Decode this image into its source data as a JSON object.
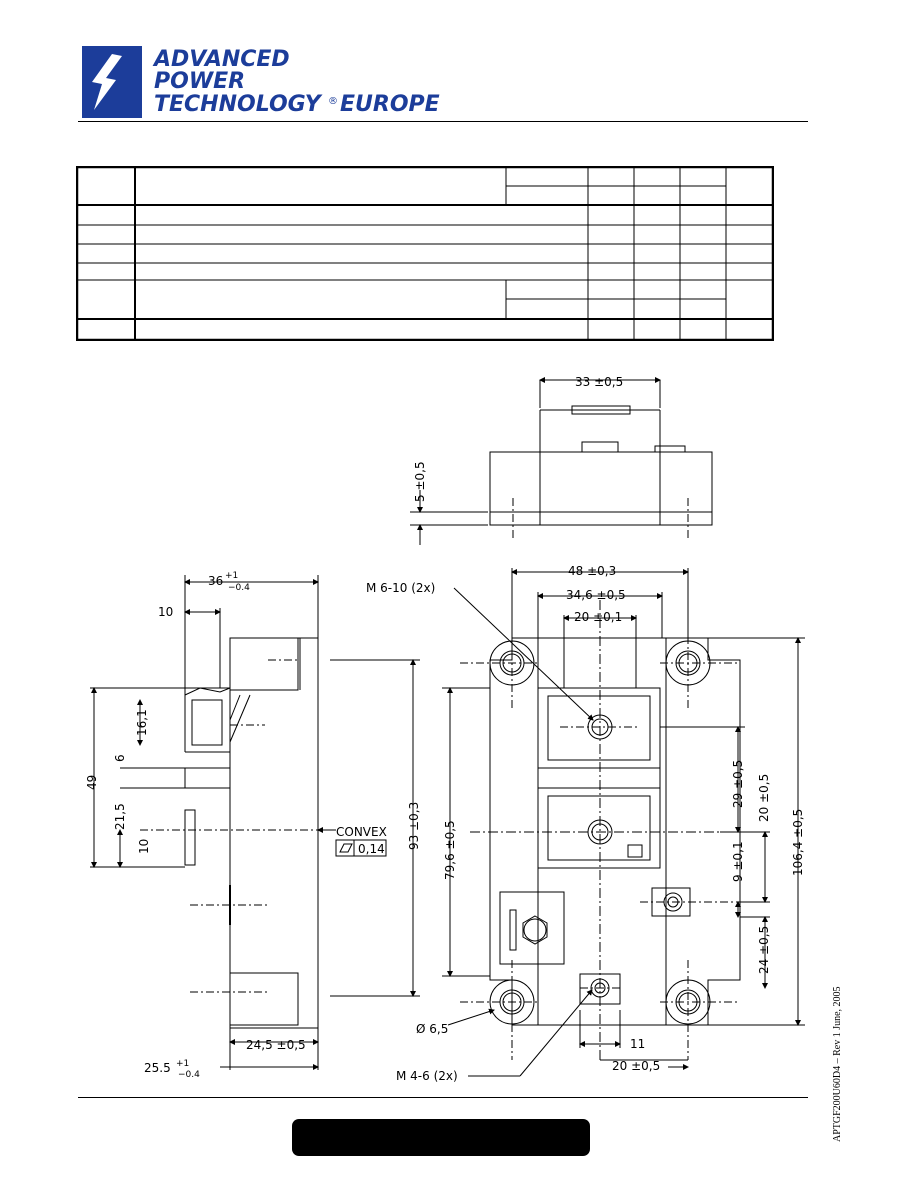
{
  "header": {
    "logo_lines": [
      "ADVANCED",
      "POWER",
      "TECHNOLOGY",
      "EUROPE"
    ],
    "registered_mark": "®"
  },
  "drawing": {
    "top_view": {
      "width_dim": "33 ±0,5",
      "height_dim": "5 ±0,5"
    },
    "side_view": {
      "overall_width": "36",
      "overall_width_tol_plus": "+1",
      "overall_width_tol_minus": "−0.4",
      "ten_top": "10",
      "sixteen": "16,1",
      "six": "6",
      "fortynine": "49",
      "twentyone": "21,5",
      "ten_low": "10",
      "convex": "CONVEX",
      "flatness": "0,14",
      "ninetythree": "93 ±0,3",
      "base_width": "24,5 ±0,5",
      "total_width": "25.5",
      "total_width_tol_plus": "+1",
      "total_width_tol_minus": "−0.4"
    },
    "front_view": {
      "m6": "M 6-10 (2x)",
      "w48": "48 ±0,3",
      "w34": "34,6 ±0,5",
      "w20": "20 ±0,1",
      "h79": "79,6 ±0,5",
      "h29": "29 ±0,5",
      "h20": "20 ±0,5",
      "h9": "9 ±0,1",
      "h24": "24 ±0,5",
      "h106": "106,4 ±0,5",
      "dia": "Ø 6,5",
      "m4": "M 4-6 (2x)",
      "w11": "11",
      "w20b": "20 ±0,5"
    }
  },
  "footer": {
    "side_text": "APTGF200U60D4 – Rev 1    June, 2005"
  }
}
